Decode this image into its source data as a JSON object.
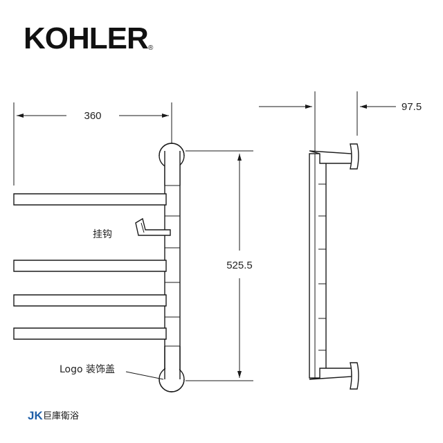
{
  "brand": {
    "name": "KOHLER",
    "mark": "®"
  },
  "dimensions": {
    "width": "360",
    "height": "525.5",
    "depth": "97.5"
  },
  "labels": {
    "hook": "挂钩",
    "logo_cap": "Logo 装饰盖"
  },
  "footer": {
    "logo_mark": "JK",
    "company": "巨庫衛浴"
  },
  "colors": {
    "line": "#1a1a1a",
    "footer_accent": "#1f5fa8"
  }
}
